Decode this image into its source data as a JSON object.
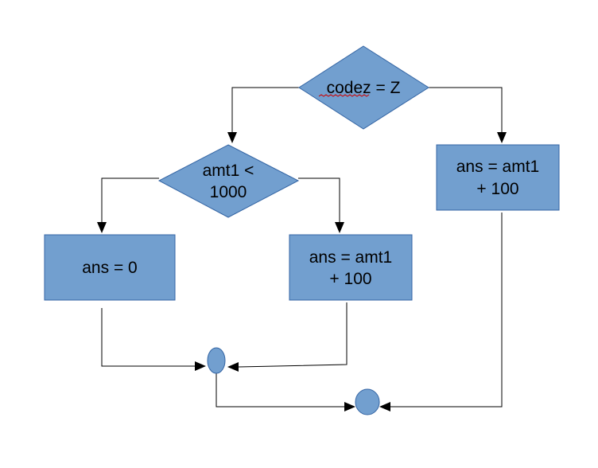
{
  "diagram": {
    "decision_top": {
      "label": "codez = Z"
    },
    "decision_left": {
      "line1": "amt1 <",
      "line2": "1000"
    },
    "box_right": {
      "line1": "ans = amt1",
      "line2": "+ 100"
    },
    "box_left": {
      "label": "ans = 0"
    },
    "box_middle": {
      "line1": "ans = amt1",
      "line2": "+ 100"
    }
  },
  "colors": {
    "shape_fill": "#729fcf",
    "shape_stroke": "#3465a4",
    "connector": "#000000",
    "spellcheck_underline": "#cc0000"
  }
}
